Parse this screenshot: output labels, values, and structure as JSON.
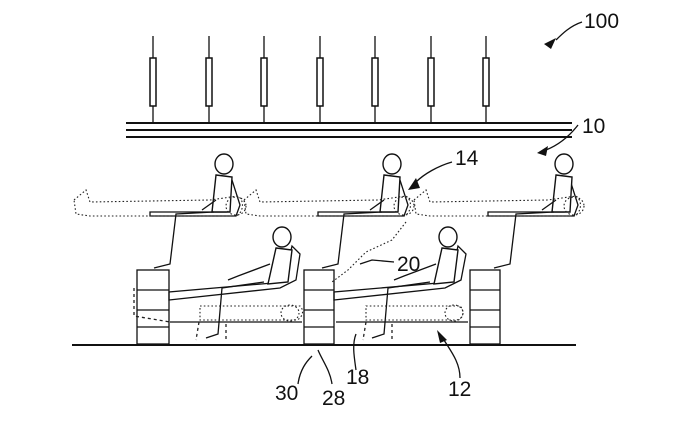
{
  "figure": {
    "labels": {
      "assembly": "100",
      "ceiling": "10",
      "upper_seat": "14",
      "connector": "20",
      "lower_seat": "12",
      "armrest": "18",
      "console": "28",
      "storage": "30"
    }
  }
}
